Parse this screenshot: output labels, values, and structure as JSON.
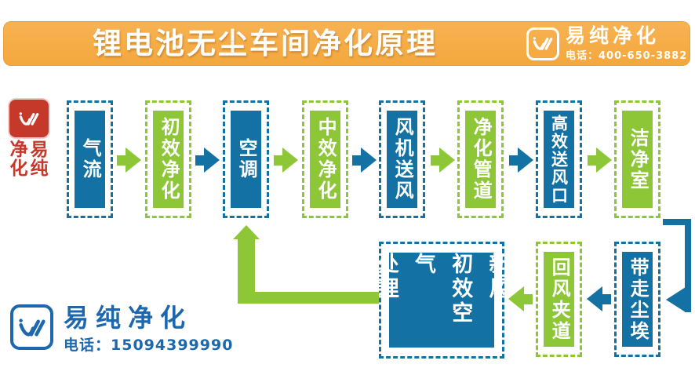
{
  "palette": {
    "blue": "#1371a3",
    "green": "#8dc636",
    "orange": "#f4a83e",
    "orange_border": "#dd9430",
    "red": "#c5392b",
    "logo_blue": "#1d67ae",
    "white": "#ffffff"
  },
  "header": {
    "title": "锂电池无尘车间净化原理",
    "brand": {
      "name": "易纯净化",
      "phone": "电话：400-650-3882",
      "icon": "w-logo-icon"
    }
  },
  "seal": {
    "chars": [
      "净",
      "易",
      "化",
      "纯"
    ],
    "icon": "w-logo-icon"
  },
  "flow": {
    "row1": [
      {
        "label": "气流",
        "color": "blue"
      },
      {
        "label": "初效净化",
        "color": "green"
      },
      {
        "label": "空调",
        "color": "blue"
      },
      {
        "label": "中效净化",
        "color": "green"
      },
      {
        "label": "风机送风",
        "color": "blue"
      },
      {
        "label": "净化管道",
        "color": "green"
      },
      {
        "label": "高效送风口",
        "color": "blue"
      },
      {
        "label": "洁净室",
        "color": "green"
      }
    ],
    "row2": [
      {
        "label": "新风、\n初效空气\n处理",
        "color": "blue"
      },
      {
        "label": "回风夹道",
        "color": "green"
      },
      {
        "label": "带走尘埃",
        "color": "blue"
      }
    ],
    "arrow_colors_row1": [
      "green",
      "blue",
      "green",
      "blue",
      "green",
      "blue",
      "green"
    ],
    "arrow_colors_row2": [
      "blue",
      "green"
    ],
    "connectors": [
      {
        "from": "洁净室",
        "to": "带走尘埃",
        "color": "blue"
      },
      {
        "from": "新风、初效空气处理",
        "to": "空调",
        "color": "green"
      }
    ]
  },
  "footer_brand": {
    "name": "易纯净化",
    "phone": "电话：15094399990",
    "icon": "w-logo-icon"
  }
}
